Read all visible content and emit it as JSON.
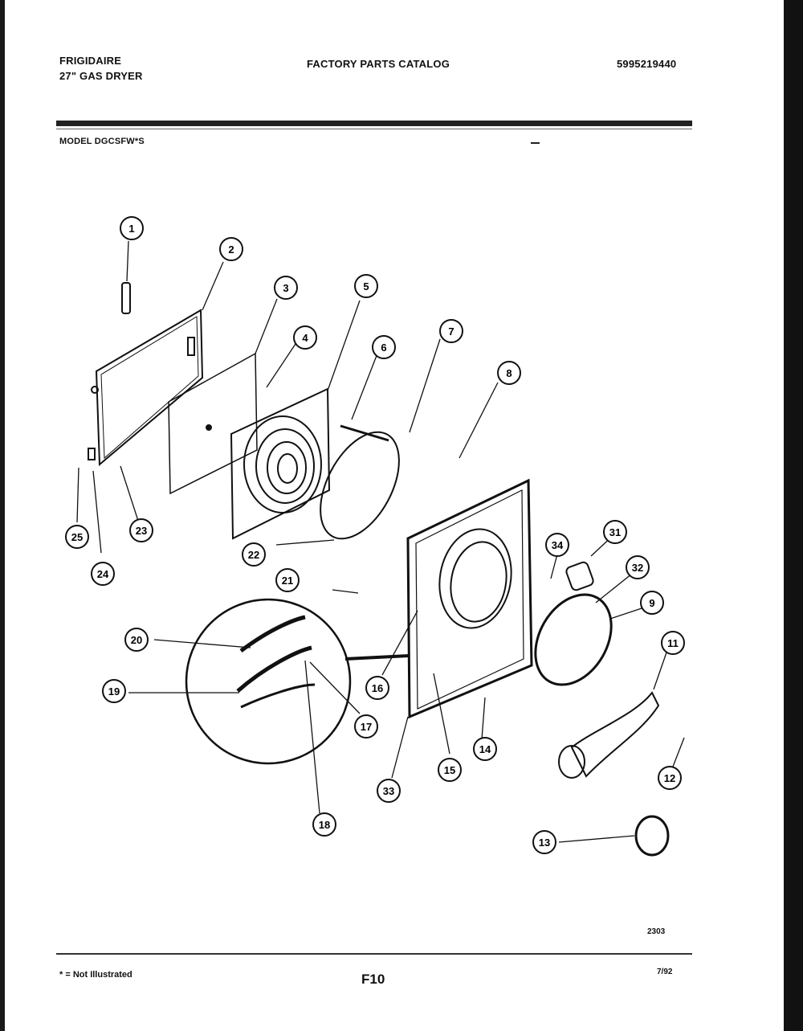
{
  "header": {
    "brand": "FRIGIDAIRE",
    "product": "27\" GAS DRYER",
    "catalog_title": "FACTORY PARTS CATALOG",
    "catalog_number": "5995219440",
    "model_label": "MODEL DGCSFW*S"
  },
  "callouts": [
    "1",
    "2",
    "3",
    "4",
    "5",
    "6",
    "7",
    "8",
    "9",
    "11",
    "12",
    "13",
    "14",
    "15",
    "16",
    "17",
    "18",
    "19",
    "20",
    "21",
    "22",
    "23",
    "24",
    "25",
    "31",
    "32",
    "33",
    "34"
  ],
  "footer": {
    "drawing_ref": "2303",
    "note": "* = Not Illustrated",
    "page": "F10",
    "date": "7/92"
  },
  "colors": {
    "ink": "#111111",
    "paper": "#ffffff"
  }
}
